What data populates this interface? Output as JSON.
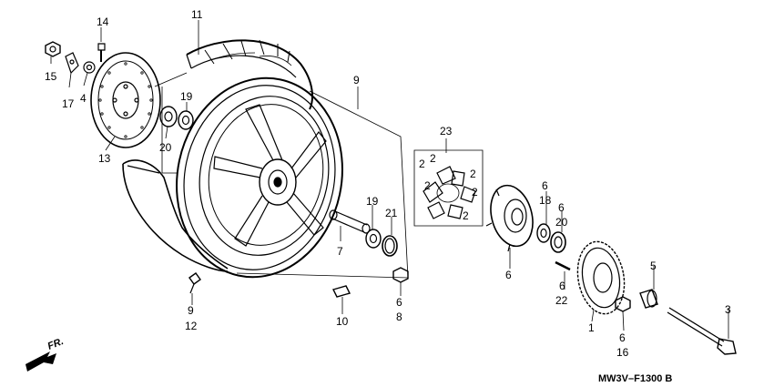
{
  "diagram_code": "MW3V–F1300 B",
  "direction_label": "FR.",
  "callouts": {
    "c14": "14",
    "c15": "15",
    "c17": "17",
    "c4": "4",
    "c13": "13",
    "c11": "11",
    "c9a": "9",
    "c19a": "19",
    "c20a": "20",
    "c23": "23",
    "c2a": "2",
    "c2b": "2",
    "c2c": "2",
    "c2d": "2",
    "c2e": "2",
    "c2f": "2",
    "c19b": "19",
    "c21": "21",
    "c7": "7",
    "c9b": "9",
    "c12": "12",
    "c10": "10",
    "c6a": "6",
    "c8": "8",
    "c6b": "6",
    "c18": "18",
    "c6c": "6",
    "c20b": "20",
    "c6d": "6",
    "c22": "22",
    "c1": "1",
    "c5": "5",
    "c6e": "6",
    "c16": "16",
    "c3": "3"
  }
}
